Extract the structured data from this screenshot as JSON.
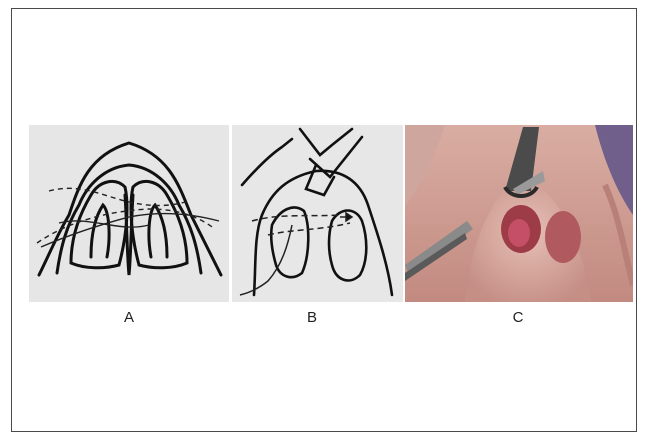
{
  "figure": {
    "panels": [
      {
        "id": "a",
        "label": "A",
        "content": "sketch"
      },
      {
        "id": "b",
        "label": "B",
        "content": "sketch"
      },
      {
        "id": "c",
        "label": "C",
        "content": "photo"
      }
    ]
  }
}
